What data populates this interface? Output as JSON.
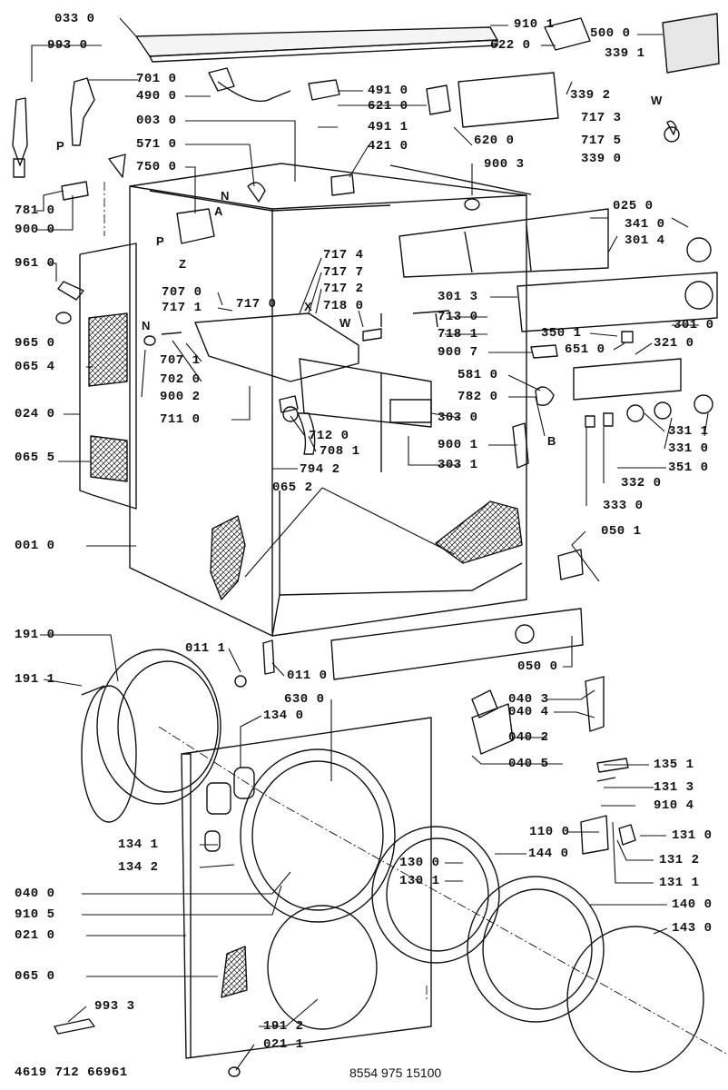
{
  "labels": [
    "033 0",
    "993 0",
    "701 0",
    "490 0",
    "003 0",
    "571 0",
    "750 0",
    "781 0",
    "900 0",
    "961 0",
    "965 0",
    "065 4",
    "024 0",
    "065 5",
    "001 0",
    "910 1",
    "622 0",
    "500 0",
    "339 1",
    "491 0",
    "621 0",
    "339 2",
    "491 1",
    "717 3",
    "620 0",
    "717 5",
    "421 0",
    "339 0",
    "900 3",
    "025 0",
    "341 0",
    "301 4",
    "717 4",
    "717 7",
    "717 2",
    "707 0",
    "717 1",
    "717 0",
    "718 0",
    "707 1",
    "702 0",
    "900 2",
    "711 0",
    "712 0",
    "708 1",
    "794 2",
    "301 3",
    "713 0",
    "718 1",
    "900 7",
    "350 1",
    "651 0",
    "301 0",
    "321 0",
    "581 0",
    "782 0",
    "303 0",
    "900 1",
    "303 1",
    "331 1",
    "331 0",
    "351 0",
    "332 0",
    "333 0",
    "065 2",
    "050 1",
    "191 0",
    "191 1",
    "011 1",
    "011 0",
    "050 0",
    "630 0",
    "134 0",
    "040 3",
    "040 4",
    "040 2",
    "040 5",
    "135 1",
    "131 3",
    "910 4",
    "110 0",
    "131 0",
    "134 1",
    "130 0",
    "144 0",
    "134 2",
    "130 1",
    "131 2",
    "131 1",
    "040 0",
    "910 5",
    "140 0",
    "021 0",
    "143 0",
    "065 0",
    "993 3",
    "191 2",
    "021 1"
  ],
  "letters": [
    "P",
    "N",
    "A",
    "P",
    "Z",
    "X",
    "W",
    "W",
    "N",
    "B"
  ],
  "footer": {
    "left": "4619 712 66961",
    "center": "8554 975 15100"
  }
}
